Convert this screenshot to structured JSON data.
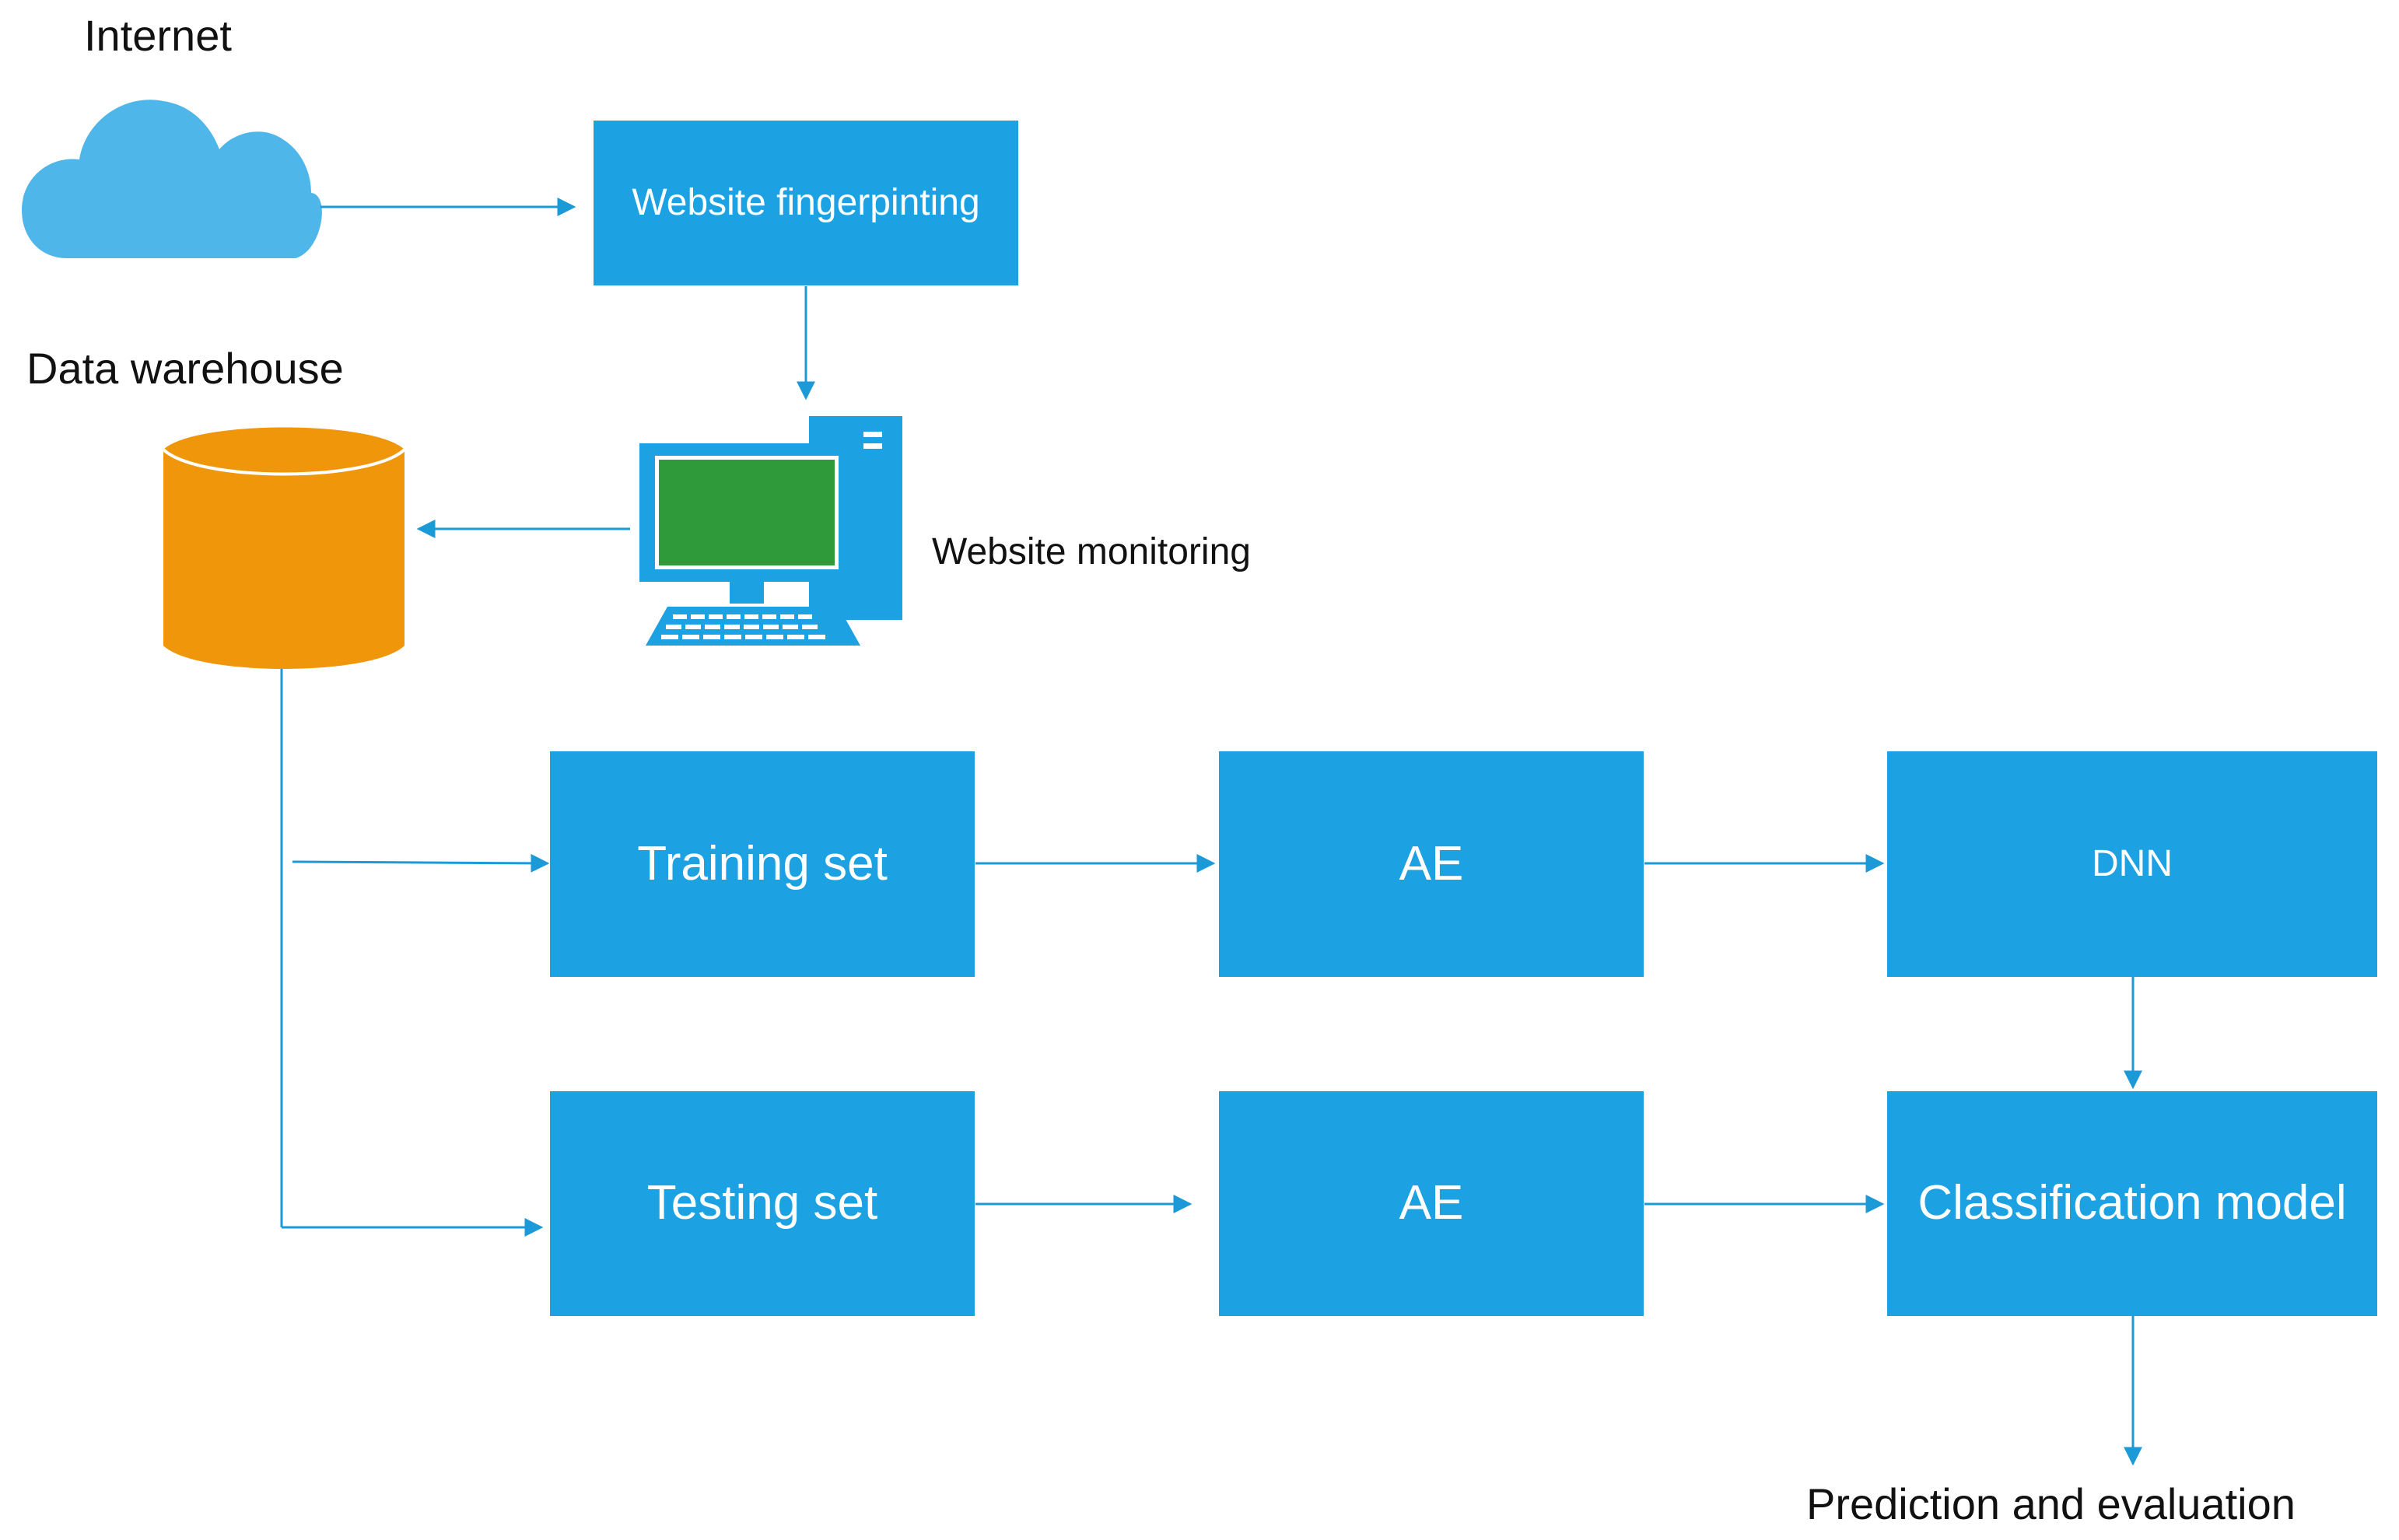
{
  "labels": {
    "internet": "Internet",
    "data_warehouse": "Data warehouse",
    "website_monitoring": "Website monitoring",
    "prediction_and_evaluation": "Prediction and evaluation"
  },
  "nodes": {
    "website_fingerprinting": "Website fingerpinting",
    "training_set": "Training set",
    "testing_set": "Testing set",
    "ae_top": "AE",
    "ae_bottom": "AE",
    "dnn": "DNN",
    "classification_model": "Classification model"
  },
  "icons": {
    "internet": "cloud-icon",
    "data_warehouse": "database-cylinder-icon",
    "website_monitoring": "computer-icon"
  },
  "colors": {
    "box": "#1ca1e2",
    "line": "#1c9ad8",
    "cloud": "#4fb6ea",
    "database": "#f0960a",
    "screen": "#2f9a3a"
  }
}
